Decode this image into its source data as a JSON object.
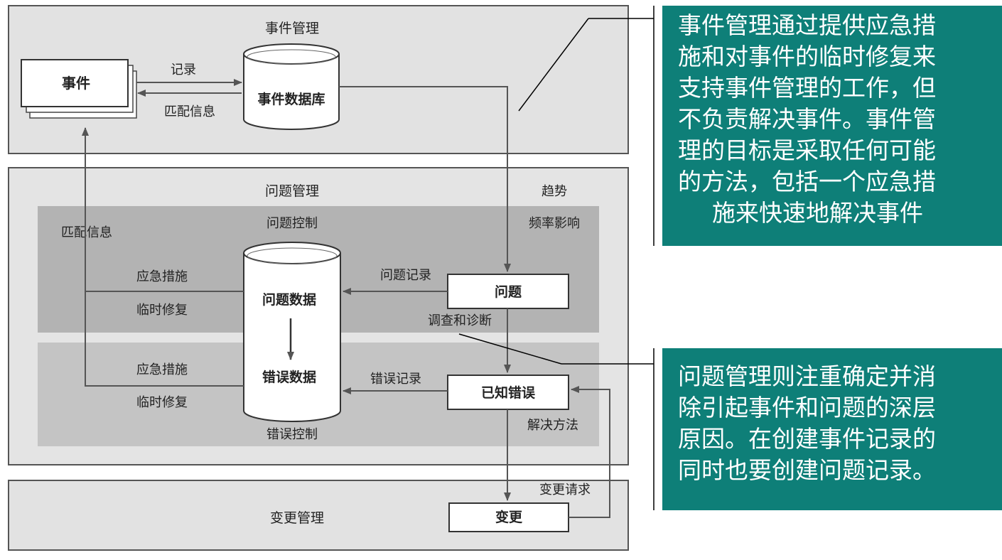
{
  "diagram": {
    "incident_section": {
      "title": "事件管理",
      "incident_box": "事件",
      "incident_db": "事件数据库",
      "arrow_record": "记录",
      "arrow_match": "匹配信息"
    },
    "problem_section": {
      "title": "问题管理",
      "trend": "趋势",
      "freq_impact": "频率影响",
      "match_info": "匹配信息",
      "problem_control": "问题控制",
      "workaround_1": "应急措施",
      "temp_fix_1": "临时修复",
      "problem_data": "问题数据",
      "error_data": "错误数据",
      "problem_record": "问题记录",
      "problem_box": "问题",
      "investigate": "调查和诊断",
      "workaround_2": "应急措施",
      "temp_fix_2": "临时修复",
      "error_record": "错误记录",
      "known_error": "已知错误",
      "solution": "解决方法",
      "error_control": "错误控制"
    },
    "change_section": {
      "title": "变更管理",
      "change_request": "变更请求",
      "change_box": "变更"
    }
  },
  "callouts": {
    "incident_note_lines": [
      "事件管理通过提供应急措",
      "施和对事件的临时修复来",
      "支持事件管理的工作，但",
      "不负责解决事件。事件管",
      "理的目标是采取任何可能",
      "的方法，包括一个应急措",
      "施来快速地解决事件"
    ],
    "problem_note_lines": [
      "问题管理则注重确定并消",
      "除引起事件和问题的深层",
      "原因。在创建事件记录的",
      "同时也要创建问题记录。"
    ],
    "bg_color": "#0e7f78",
    "text_color": "#ffffff"
  }
}
